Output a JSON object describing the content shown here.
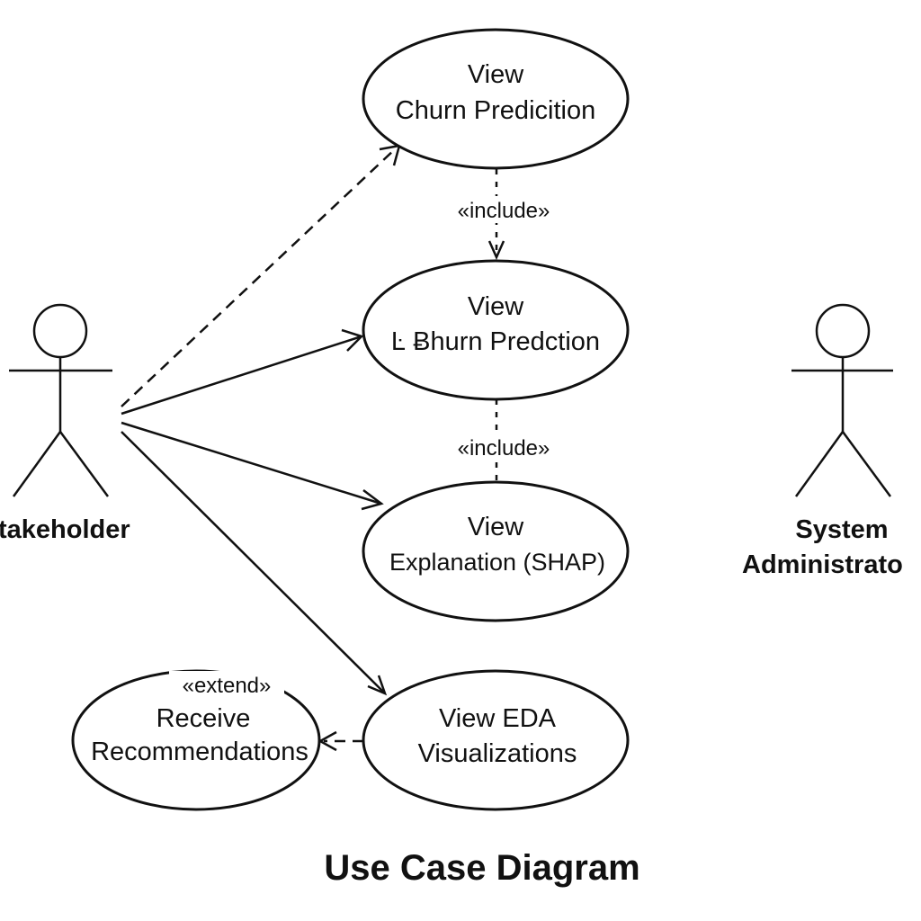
{
  "actors": {
    "stakeholder": {
      "label": "takeholder"
    },
    "admin": {
      "label_line1": "System",
      "label_line2": "Administrato"
    }
  },
  "use_cases": {
    "uc1": {
      "line1": "View",
      "line2": "Churn Predicition"
    },
    "uc2": {
      "line1": "View",
      "line2": "Ŀ Ƀhurn Predction"
    },
    "uc3": {
      "line1": "View",
      "line2": "Explanation (SHAP)"
    },
    "uc4": {
      "line1": "View EDA",
      "line2": "Visualizations"
    },
    "uc5": {
      "line1": "Receive",
      "line2": "Recommendations"
    }
  },
  "relations": {
    "include1": "«include»",
    "include2": "«include»",
    "extend": "«extend»"
  },
  "title": "Use Case Diagram"
}
